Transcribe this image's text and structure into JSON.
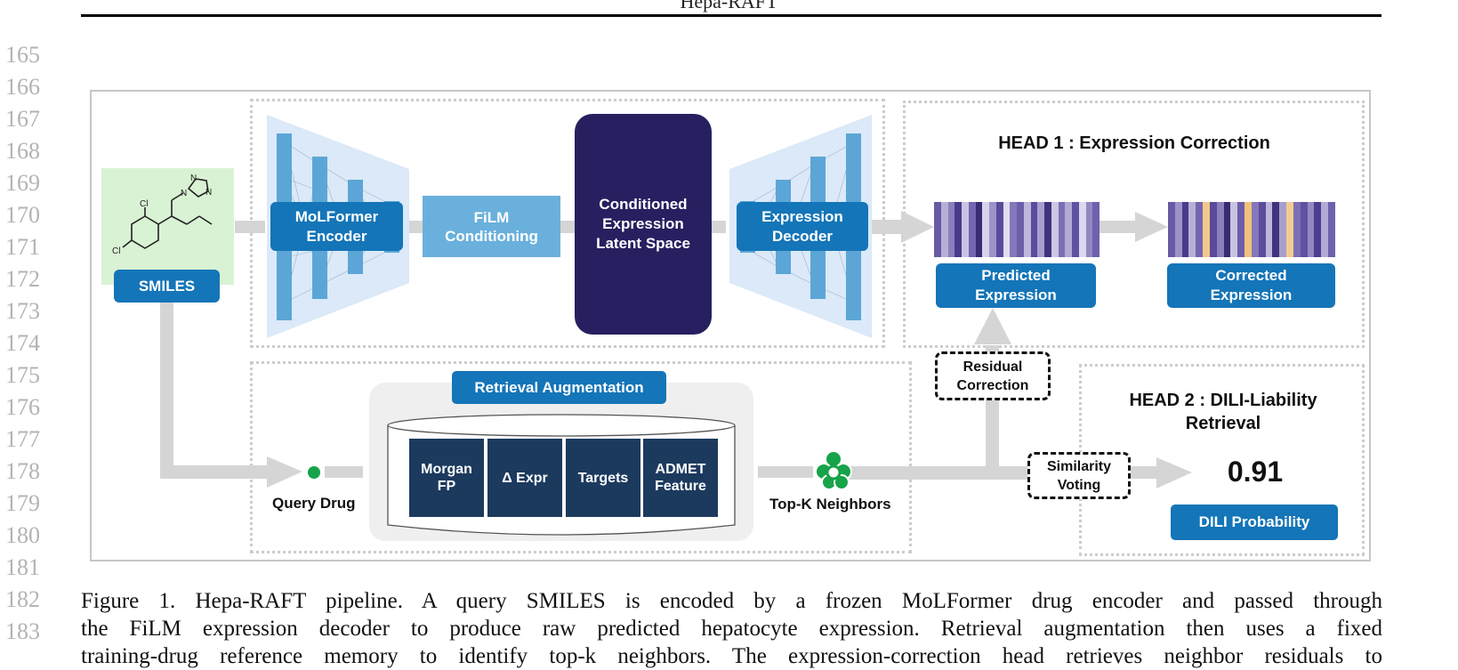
{
  "header": {
    "running_title": "Hepa-RAFT"
  },
  "line_numbers": [
    "165",
    "166",
    "167",
    "168",
    "169",
    "170",
    "171",
    "172",
    "173",
    "174",
    "175",
    "176",
    "177",
    "178",
    "179",
    "180",
    "181",
    "182",
    "183"
  ],
  "figure": {
    "smiles_label": "SMILES",
    "molecule_atoms": {
      "cl1": "Cl",
      "cl2": "Cl",
      "n1": "N",
      "n2": "N",
      "n3": "N"
    },
    "encoder_label": "MoLFormer\nEncoder",
    "film_label": "FiLM\nConditioning",
    "latent_label": "Conditioned\nExpression\nLatent Space",
    "decoder_label": "Expression\nDecoder",
    "head1_title": "HEAD 1 : Expression Correction",
    "predicted_label": "Predicted\nExpression",
    "corrected_label": "Corrected\nExpression",
    "residual_label": "Residual\nCorrection",
    "retrieval_title": "Retrieval Augmentation",
    "db_fields": [
      "Morgan\nFP",
      "Δ Expr",
      "Targets",
      "ADMET\nFeature"
    ],
    "query_label": "Query Drug",
    "topk_label": "Top-K Neighbors",
    "similarity_label": "Similarity\nVoting",
    "head2_title": "HEAD 2 : DILI-Liability\nRetrieval",
    "dili_score": "0.91",
    "dili_label": "DILI Probability",
    "colors": {
      "accent_blue": "#1475b8",
      "light_blue": "#6ab0dc",
      "navy": "#262060",
      "db_navy": "#1c3a5e",
      "green": "#16a34a",
      "arrow_gray": "#d5d5d5"
    }
  },
  "caption": {
    "line1": "Figure 1. Hepa-RAFT pipeline. A query SMILES is encoded by a frozen MoLFormer drug encoder and passed through",
    "line2": "the FiLM expression decoder to produce raw predicted hepatocyte expression. Retrieval augmentation then uses a fixed",
    "line3": "training-drug reference memory to identify top-k neighbors. The expression-correction head retrieves neighbor residuals to"
  }
}
